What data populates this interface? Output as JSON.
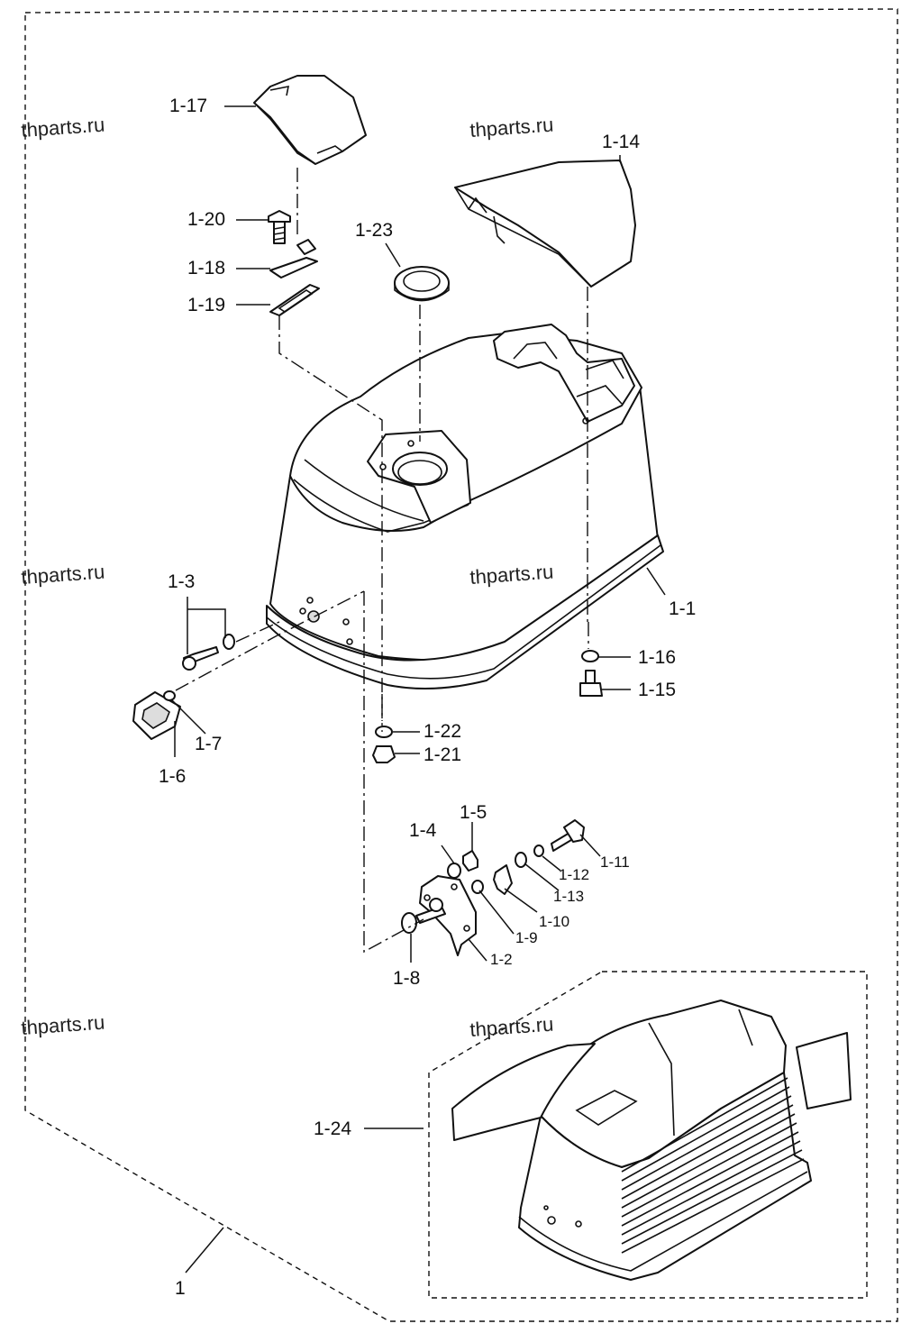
{
  "watermarks": [
    "thparts.ru",
    "thparts.ru",
    "thparts.ru",
    "thparts.ru",
    "thparts.ru",
    "thparts.ru"
  ],
  "parts": {
    "p1": "1",
    "p1_1": "1-1",
    "p1_2": "1-2",
    "p1_3": "1-3",
    "p1_4": "1-4",
    "p1_5": "1-5",
    "p1_6": "1-6",
    "p1_7": "1-7",
    "p1_8": "1-8",
    "p1_9": "1-9",
    "p1_10": "1-10",
    "p1_11": "1-11",
    "p1_12": "1-12",
    "p1_13": "1-13",
    "p1_14": "1-14",
    "p1_15": "1-15",
    "p1_16": "1-16",
    "p1_17": "1-17",
    "p1_18": "1-18",
    "p1_19": "1-19",
    "p1_20": "1-20",
    "p1_21": "1-21",
    "p1_22": "1-22",
    "p1_23": "1-23",
    "p1_24": "1-24"
  }
}
